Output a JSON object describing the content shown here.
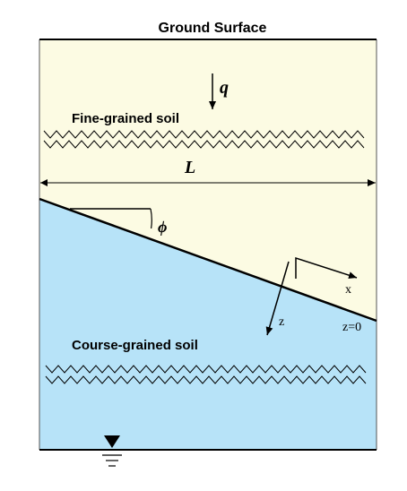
{
  "title": "Ground Surface",
  "layers": {
    "upper_label": "Fine-grained soil",
    "lower_label": "Course-grained soil"
  },
  "symbols": {
    "load": "q",
    "length": "L",
    "angle": "ϕ",
    "x_axis": "x",
    "z_axis": "z",
    "z_origin": "z=0"
  },
  "colors": {
    "fine_soil": "#fcfbe3",
    "coarse_soil": "#b7e3f8",
    "line": "#000000"
  },
  "icons": {
    "water_table": "water-table-icon"
  }
}
